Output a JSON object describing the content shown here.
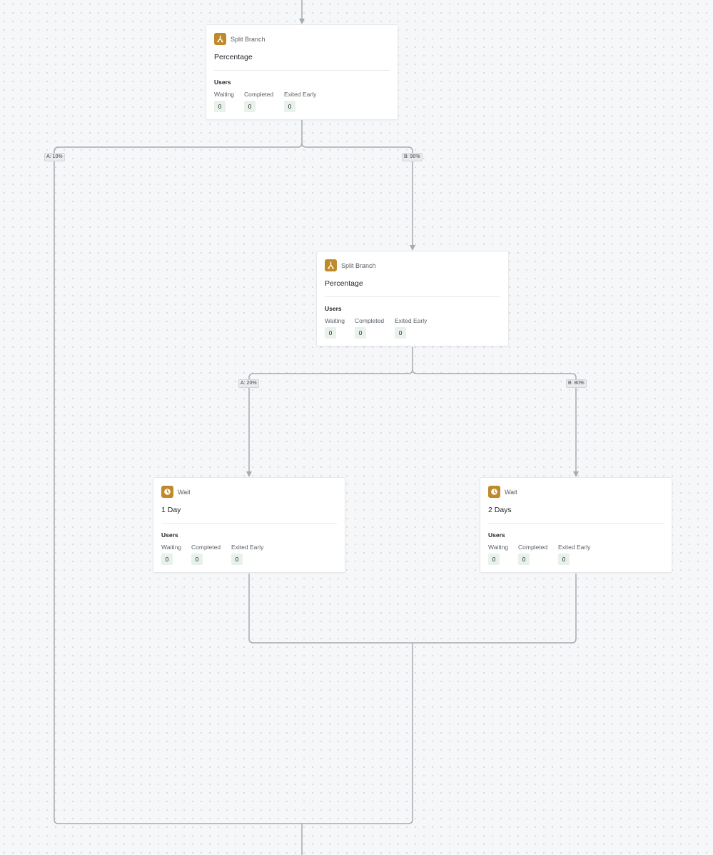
{
  "nodes": [
    {
      "kind": "Split Branch",
      "icon": "split-branch-icon",
      "title": "Percentage",
      "users_label": "Users",
      "stats": [
        {
          "label": "Waiting",
          "value": "0"
        },
        {
          "label": "Completed",
          "value": "0"
        },
        {
          "label": "Exited Early",
          "value": "0"
        }
      ]
    },
    {
      "kind": "Split Branch",
      "icon": "split-branch-icon",
      "title": "Percentage",
      "users_label": "Users",
      "stats": [
        {
          "label": "Waiting",
          "value": "0"
        },
        {
          "label": "Completed",
          "value": "0"
        },
        {
          "label": "Exited Early",
          "value": "0"
        }
      ]
    },
    {
      "kind": "Wait",
      "icon": "clock-icon",
      "title": "1 Day",
      "users_label": "Users",
      "stats": [
        {
          "label": "Waiting",
          "value": "0"
        },
        {
          "label": "Completed",
          "value": "0"
        },
        {
          "label": "Exited Early",
          "value": "0"
        }
      ]
    },
    {
      "kind": "Wait",
      "icon": "clock-icon",
      "title": "2 Days",
      "users_label": "Users",
      "stats": [
        {
          "label": "Waiting",
          "value": "0"
        },
        {
          "label": "Completed",
          "value": "0"
        },
        {
          "label": "Exited Early",
          "value": "0"
        }
      ]
    }
  ],
  "branch_labels": [
    "A: 10%",
    "B: 90%",
    "A: 20%",
    "B: 80%"
  ],
  "colors": {
    "icon_badge": "#c08a2b",
    "stat_badge": "#e8f2ea",
    "edge": "#a6abb1"
  }
}
